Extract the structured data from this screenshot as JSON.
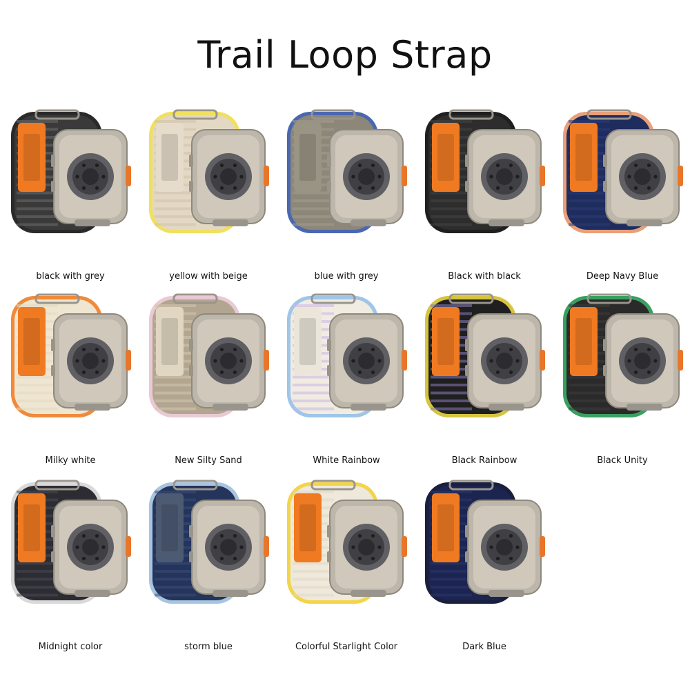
{
  "title": "Trail Loop Strap",
  "variants": [
    {
      "label": "black with grey",
      "band": "#3a3a3a",
      "band2": "#6b6b6b",
      "edge": "#2a2a2a",
      "tab": "#f07a22"
    },
    {
      "label": "yellow with beige",
      "band": "#e2d8c4",
      "band2": "#cfc3ac",
      "edge": "#f0e060",
      "tab": "#e6dccb"
    },
    {
      "label": "blue with grey",
      "band": "#8c8778",
      "band2": "#a39d8d",
      "edge": "#4a67b0",
      "tab": "#9a9484"
    },
    {
      "label": "Black with black",
      "band": "#2d2d2d",
      "band2": "#444444",
      "edge": "#1f1f1f",
      "tab": "#f07a22"
    },
    {
      "label": "Deep Navy Blue",
      "band": "#1e2c5e",
      "band2": "#2d3d78",
      "edge": "#e9a07a",
      "tab": "#f07a22"
    },
    {
      "label": "Milky white",
      "band": "#efe6d2",
      "band2": "#e4d8bf",
      "edge": "#f08a3a",
      "tab": "#f07a22"
    },
    {
      "label": "New Silty Sand",
      "band": "#b3a690",
      "band2": "#d3c6b0",
      "edge": "#e9c9d4",
      "tab": "#e1d6c2"
    },
    {
      "label": "White Rainbow",
      "band": "#f1ece2",
      "band2": "#c8b7e6",
      "edge": "#9fc5e8",
      "tab": "#ece6da"
    },
    {
      "label": "Black Rainbow",
      "band": "#1f1f1f",
      "band2": "#8b7ab8",
      "edge": "#d6c440",
      "tab": "#f07a22"
    },
    {
      "label": "Black Unity",
      "band": "#2a2a2a",
      "band2": "#3d3d3d",
      "edge": "#3aa060",
      "tab": "#f07a22"
    },
    {
      "label": "Midnight color",
      "band": "#2c2c32",
      "band2": "#4a4a55",
      "edge": "#d9d9d9",
      "tab": "#f07a22"
    },
    {
      "label": "storm blue",
      "band": "#24345a",
      "band2": "#3a4e7a",
      "edge": "#a7c4e0",
      "tab": "#4c5a72"
    },
    {
      "label": "Colorful Starlight Color",
      "band": "#efe9dc",
      "band2": "#e0d7c4",
      "edge": "#f2d54a",
      "tab": "#f07a22"
    },
    {
      "label": "Dark Blue",
      "band": "#1c2550",
      "band2": "#2b376e",
      "edge": "#1a1f3e",
      "tab": "#f07a22"
    }
  ]
}
